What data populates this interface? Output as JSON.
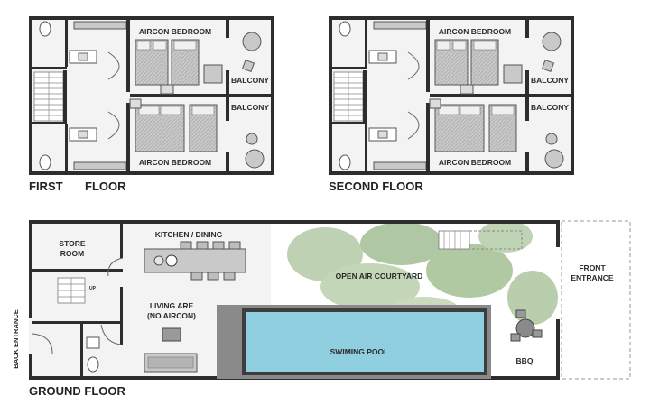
{
  "floor_titles": {
    "first_a": "FIRST",
    "first_b": "FLOOR",
    "second": "SECOND FLOOR",
    "ground": "GROUND FLOOR"
  },
  "upper_floor_labels": {
    "bedroom_top": "AIRCON BEDROOM",
    "bedroom_bottom": "AIRCON BEDROOM",
    "balcony_top": "BALCONY",
    "balcony_bottom": "BALCONY"
  },
  "ground_floor_labels": {
    "store_room_1": "STORE",
    "store_room_2": "ROOM",
    "kitchen": "KITCHEN / DINING",
    "living_1": "LIVING ARE",
    "living_2": "(NO AIRCON)",
    "courtyard": "OPEN AIR COURTYARD",
    "pool": "SWIMING POOL",
    "bbq": "BBQ",
    "front_1": "FRONT",
    "front_2": "ENTRANCE",
    "back": "BACK ENTRANCE",
    "stair_up": "UP"
  },
  "colors": {
    "wall": "#2d2d2d",
    "floor": "#f3f3f3",
    "bed": "#c7c7c7",
    "pool_water": "#8fcfe0",
    "pool_deck": "#8a8a8a",
    "foliage": "#a9c49a"
  }
}
